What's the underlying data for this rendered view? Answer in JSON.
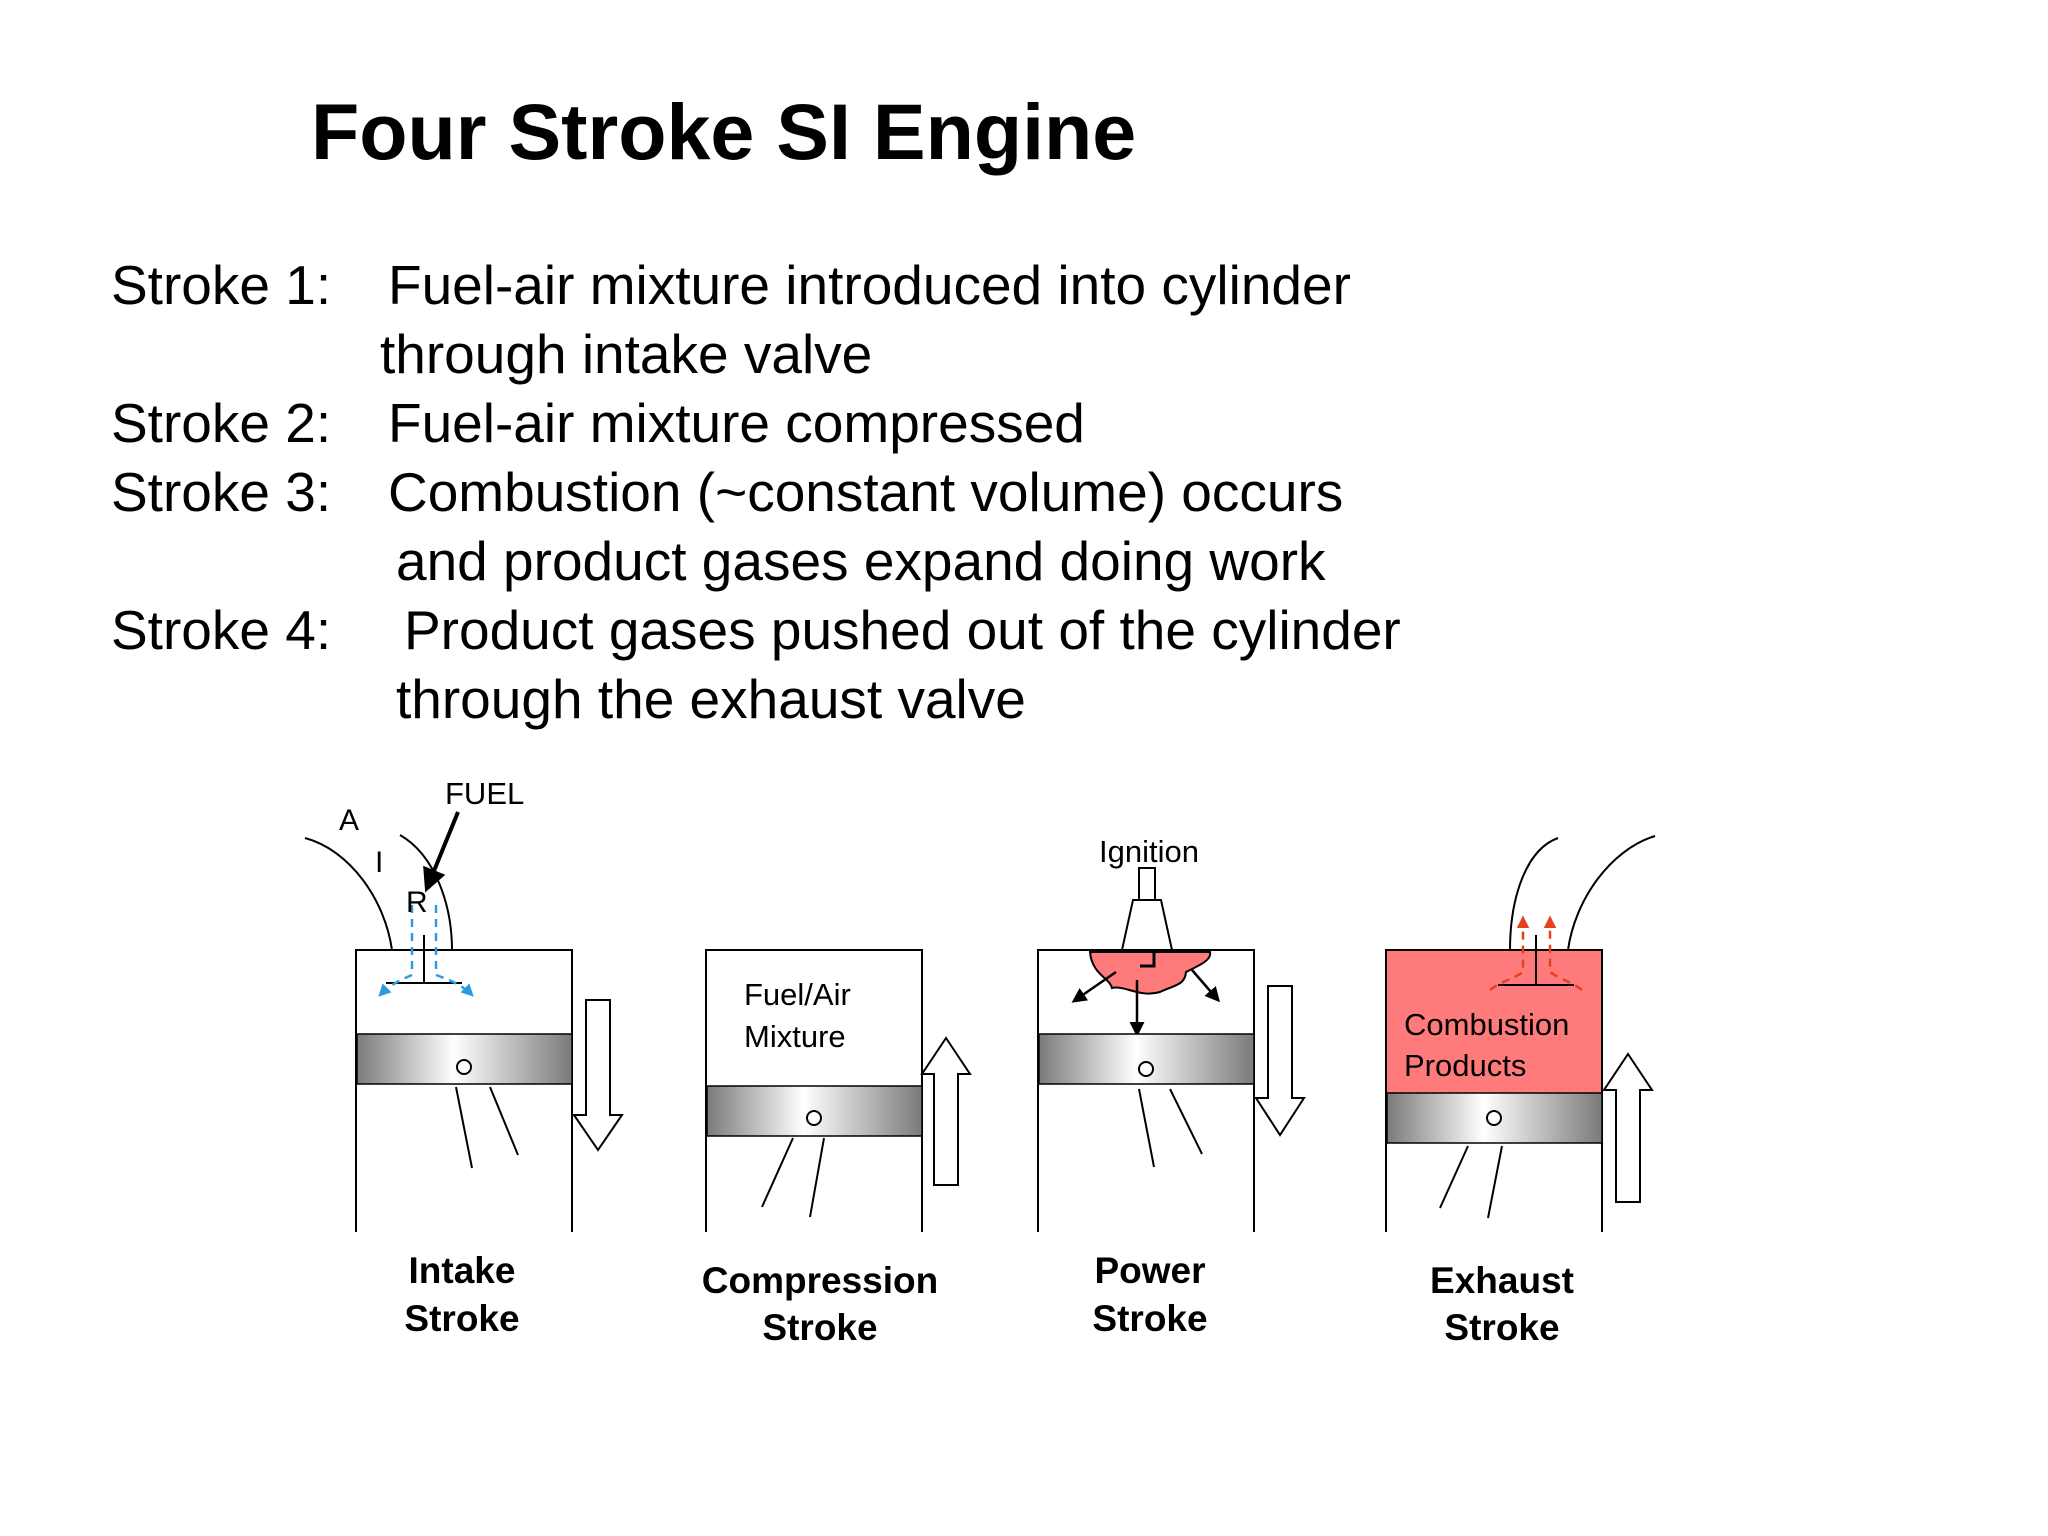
{
  "title": "Four Stroke SI Engine",
  "steps": [
    {
      "label": "Stroke 1:",
      "lines": [
        "Fuel-air mixture introduced into cylinder",
        "through intake valve"
      ]
    },
    {
      "label": "Stroke 2:",
      "lines": [
        "Fuel-air mixture compressed"
      ]
    },
    {
      "label": "Stroke 3:",
      "lines": [
        "Combustion (~constant volume) occurs",
        "and product gases expand doing work"
      ]
    },
    {
      "label": "Stroke 4:",
      "lines": [
        "Product gases pushed out of the cylinder",
        "through the exhaust valve"
      ]
    }
  ],
  "diagram": {
    "intake": {
      "air_letters": [
        "A",
        "I",
        "R"
      ],
      "fuel_label": "FUEL",
      "caption_line1": "Intake",
      "caption_line2": "Stroke"
    },
    "compression": {
      "mixture_line1": "Fuel/Air",
      "mixture_line2": "Mixture",
      "caption_line1": "Compression",
      "caption_line2": "Stroke"
    },
    "power": {
      "ignition_label": "Ignition",
      "caption_line1": "Power",
      "caption_line2": "Stroke"
    },
    "exhaust": {
      "products_line1": "Combustion",
      "products_line2": "Products",
      "caption_line1": "Exhaust",
      "caption_line2": "Stroke"
    },
    "colors": {
      "combustion_fill": "#ff7b7b",
      "intake_flow": "#2a9be0",
      "exhaust_flow": "#e8401e",
      "stroke": "#000000"
    }
  }
}
